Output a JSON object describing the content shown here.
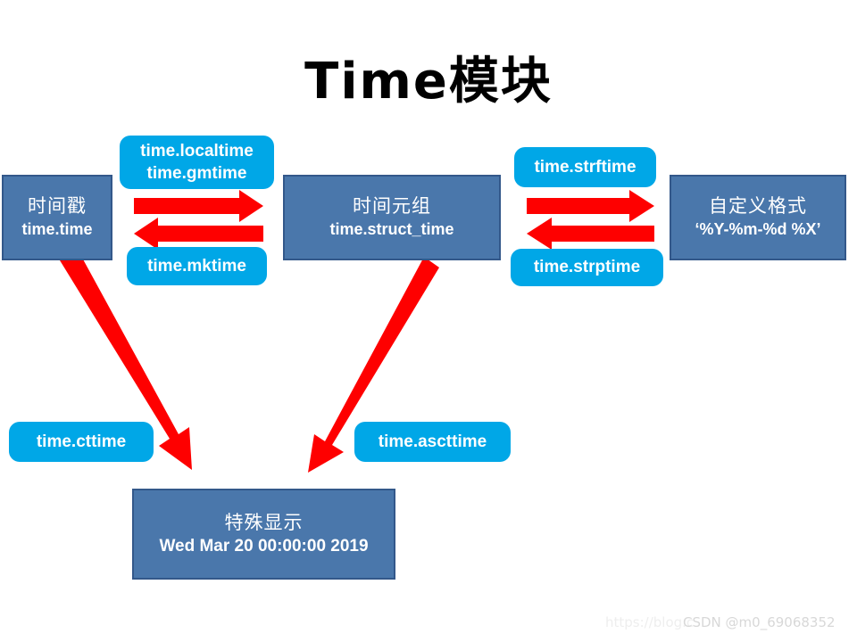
{
  "title": "Time模块",
  "nodes": [
    {
      "cn": "时间戳",
      "en": "time.time"
    },
    {
      "cn": "时间元组",
      "en": "time.struct_time"
    },
    {
      "cn": "自定义格式",
      "en": "‘%Y-%m-%d %X’"
    },
    {
      "cn": "特殊显示",
      "en": "Wed Mar 20 00:00:00 2019"
    }
  ],
  "chips": {
    "localtime_line1": "time.localtime",
    "localtime_line2": "time.gmtime",
    "mktime": "time.mktime",
    "strftime": "time.strftime",
    "strptime": "time.strptime",
    "cttime": "time.cttime",
    "ascttime": "time.ascttime"
  },
  "watermark": {
    "url": "https://blog.c",
    "user": "CSDN @m0_69068352"
  },
  "colors": {
    "node_fill": "#4a77ab",
    "node_border": "#33588a",
    "chip_fill": "#00a7e7",
    "arrow": "#fe0000",
    "background": "#ffffff",
    "title_text": "#000000"
  }
}
